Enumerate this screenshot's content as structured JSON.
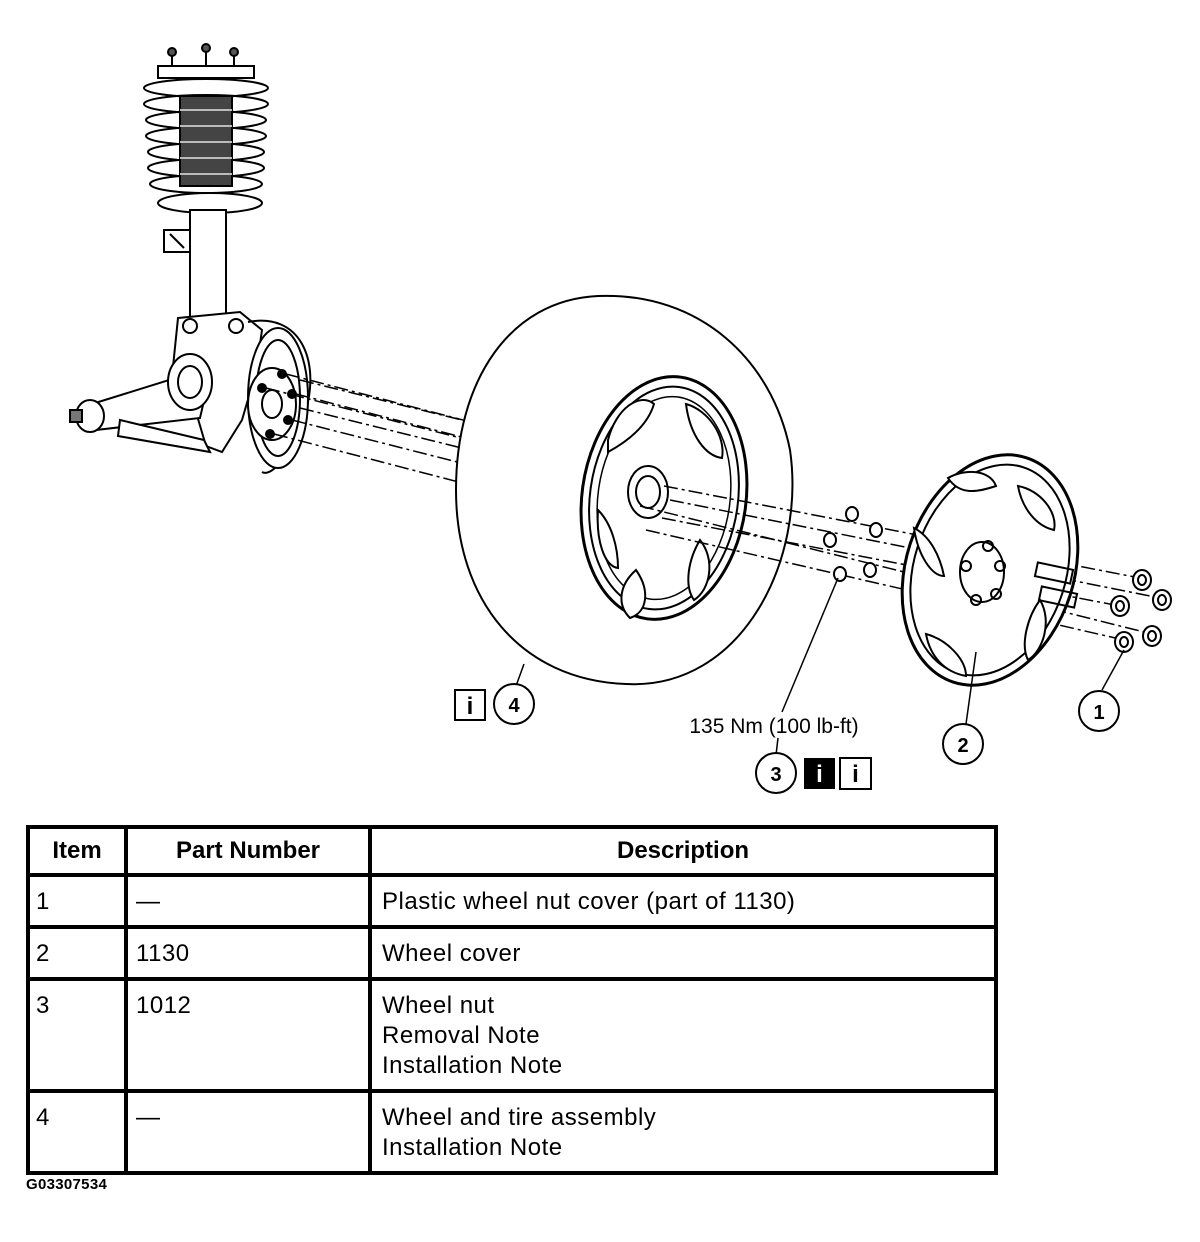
{
  "diagram": {
    "callouts": {
      "item1": "1",
      "item2": "2",
      "item3": "3",
      "item4": "4"
    },
    "torque_spec": "135 Nm (100 lb-ft)",
    "info_icon_glyph": "i"
  },
  "table": {
    "headers": {
      "item": "Item",
      "part_number": "Part Number",
      "description": "Description"
    },
    "rows": [
      {
        "item": "1",
        "part_number": "—",
        "description": [
          "Plastic wheel nut cover (part of 1130)"
        ]
      },
      {
        "item": "2",
        "part_number": "1130",
        "description": [
          "Wheel cover"
        ]
      },
      {
        "item": "3",
        "part_number": "1012",
        "description": [
          "Wheel nut",
          "Removal Note",
          "Installation Note"
        ]
      },
      {
        "item": "4",
        "part_number": "—",
        "description": [
          "Wheel and tire assembly",
          "Installation Note"
        ]
      }
    ]
  },
  "figure_id": "G03307534"
}
